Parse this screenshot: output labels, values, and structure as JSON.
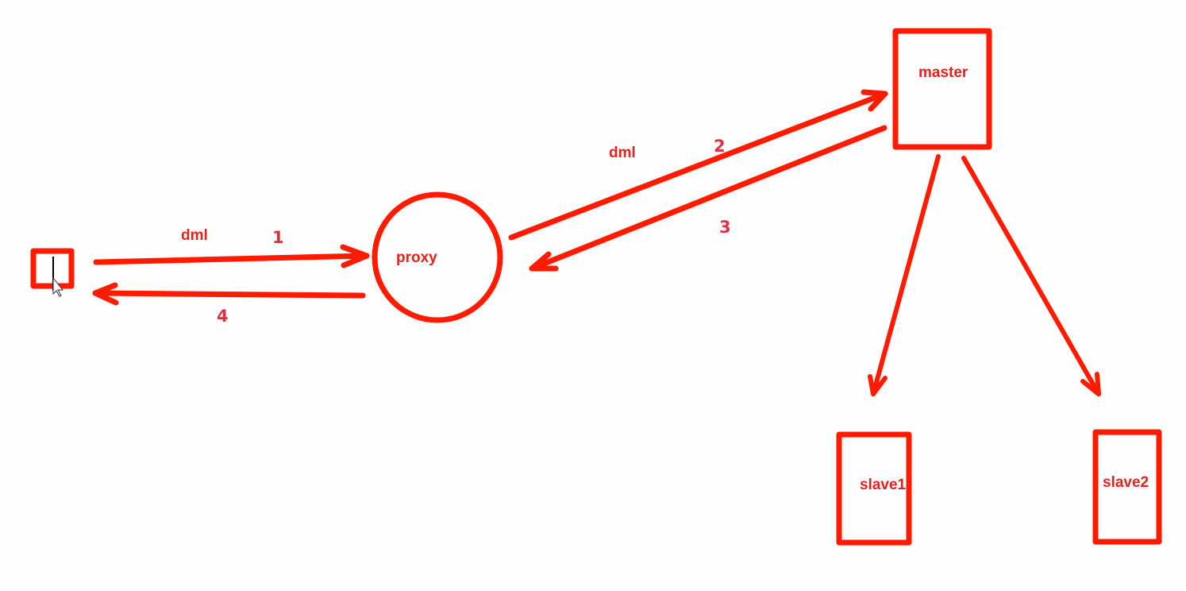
{
  "colors": {
    "accent": "#ff1a00",
    "label": "#e8211d",
    "number": "#e03040",
    "background": "#fefefe"
  },
  "nodes": {
    "client": {
      "label": ""
    },
    "proxy": {
      "label": "proxy"
    },
    "master": {
      "label": "master"
    },
    "slave1": {
      "label": "slave1"
    },
    "slave2": {
      "label": "slave2"
    }
  },
  "edges": [
    {
      "from": "client",
      "to": "proxy",
      "label": "dml",
      "step": "1"
    },
    {
      "from": "proxy",
      "to": "master",
      "label": "dml",
      "step": "2"
    },
    {
      "from": "master",
      "to": "proxy",
      "label": "",
      "step": "3"
    },
    {
      "from": "proxy",
      "to": "client",
      "label": "",
      "step": "4"
    },
    {
      "from": "master",
      "to": "slave1",
      "label": "",
      "step": ""
    },
    {
      "from": "master",
      "to": "slave2",
      "label": "",
      "step": ""
    }
  ]
}
